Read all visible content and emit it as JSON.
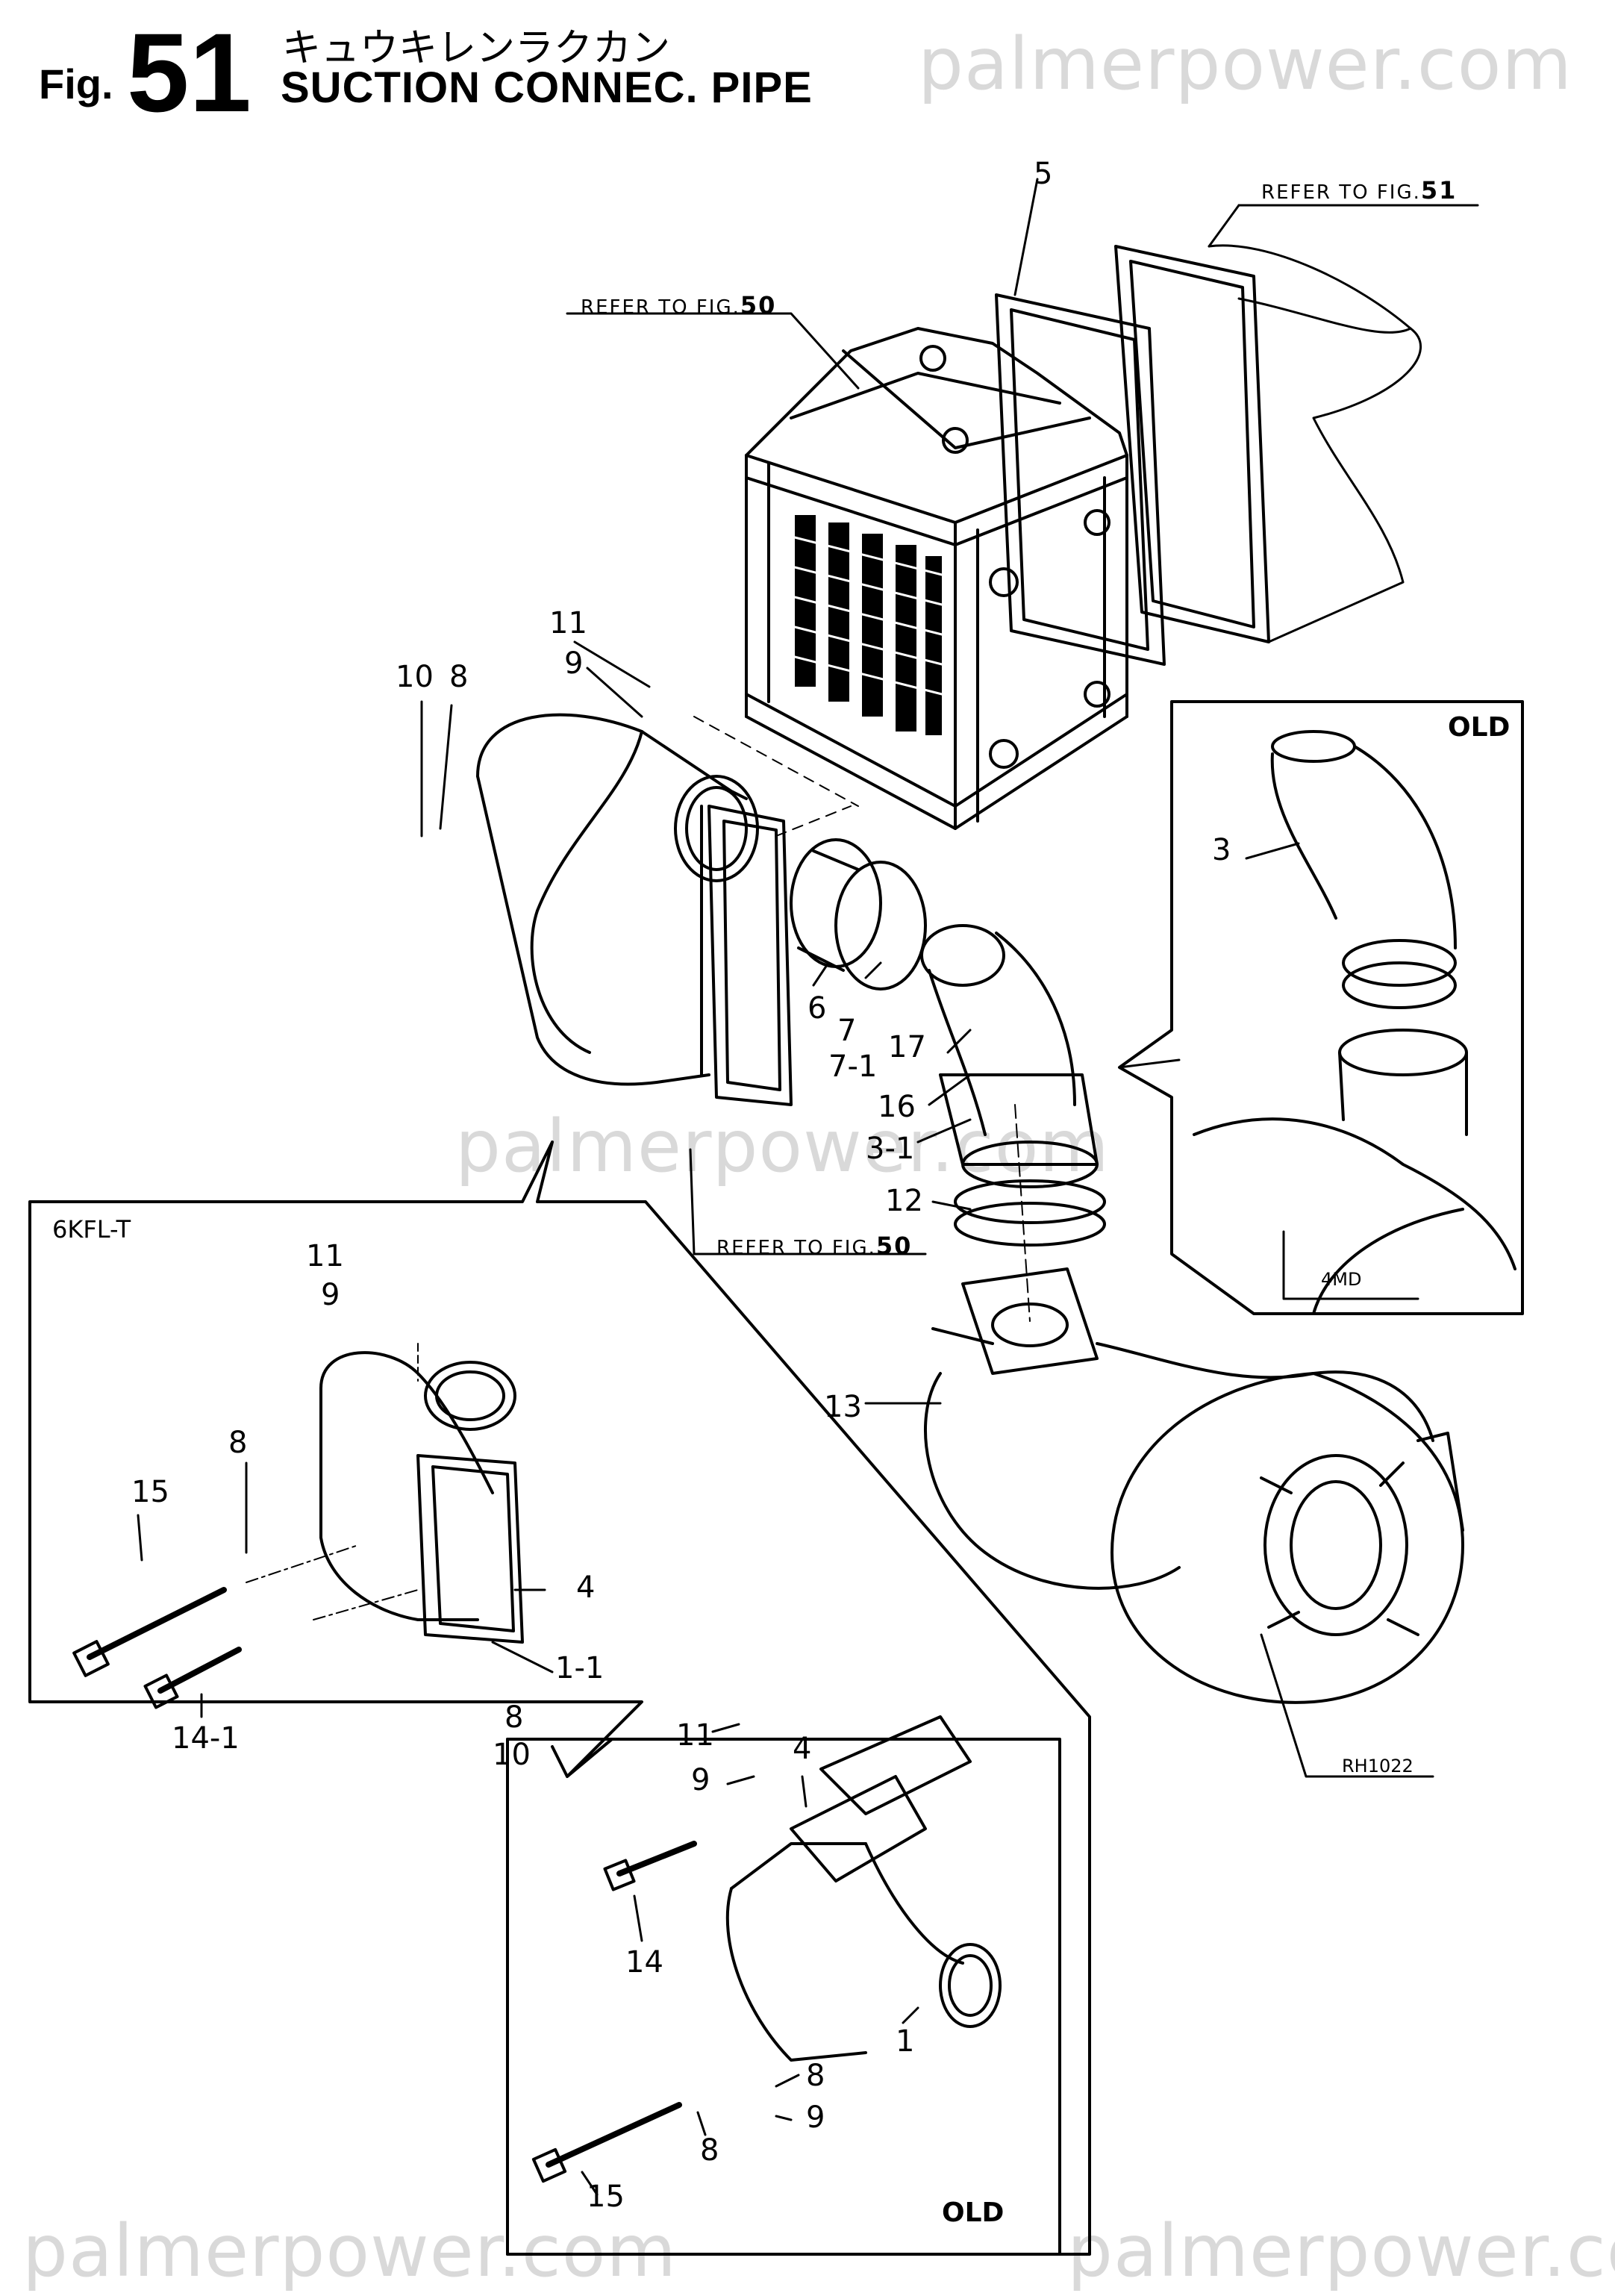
{
  "header": {
    "fig_prefix": "Fig.",
    "fig_number": "51",
    "title_jp": "キュウキレンラクカン",
    "title_en": "SUCTION CONNEC. PIPE"
  },
  "watermark": "palmerpower.com",
  "refs": {
    "fig51_text": "REFER TO FIG.",
    "fig51_num": "51",
    "fig50_text": "REFER TO FIG.",
    "fig50_num": "50"
  },
  "panels": {
    "old_top": "OLD",
    "old_bottom": "OLD",
    "variant": "6KFL-T",
    "model": "4MD",
    "drawing_code": "RH1022"
  },
  "parts": {
    "p5": "5",
    "p11": "11",
    "p9": "9",
    "p10": "10",
    "p8": "8",
    "p6": "6",
    "p7": "7",
    "p7_1": "7-1",
    "p17": "17",
    "p16": "16",
    "p3_1": "3-1",
    "p12": "12",
    "p13": "13",
    "p3": "3",
    "p11b": "11",
    "p9b": "9",
    "p15": "15",
    "p8b": "8",
    "p4": "4",
    "p1_1": "1-1",
    "p14_1": "14-1",
    "p8c": "8",
    "p10b": "10",
    "p11c": "11",
    "p9c": "9",
    "p4b": "4",
    "p14": "14",
    "p1": "1",
    "p8d": "8",
    "p9d": "9",
    "p8e": "8",
    "p15b": "15"
  }
}
